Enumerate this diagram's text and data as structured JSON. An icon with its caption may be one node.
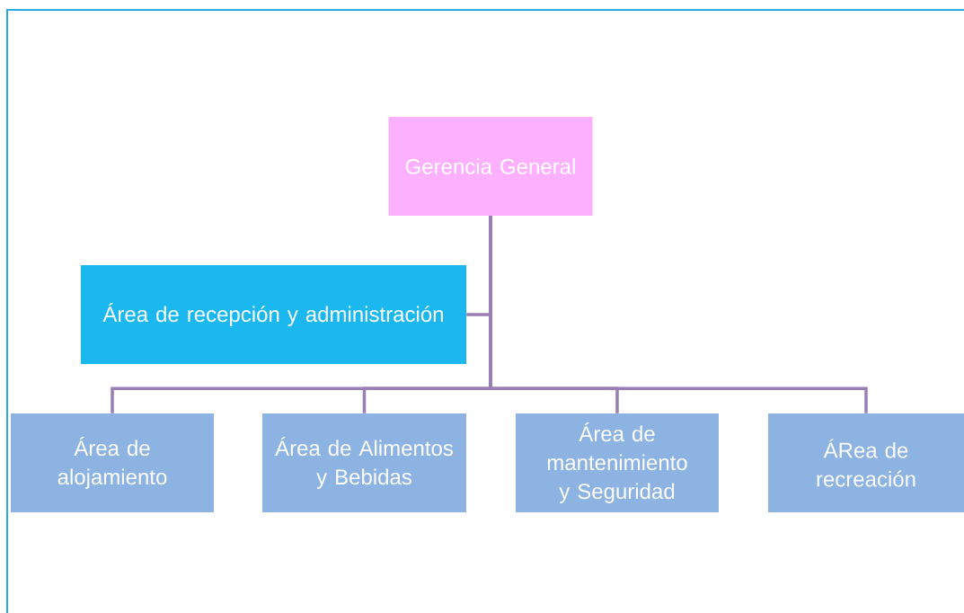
{
  "diagram": {
    "nodes": [
      {
        "text": [
          "Gerencia General"
        ]
      },
      {
        "text": [
          "Área de recepción y administración"
        ]
      },
      {
        "text": [
          "Área de alojamiento"
        ]
      },
      {
        "text": [
          "Área de Alimentos y Bebidas"
        ]
      },
      {
        "text": [
          "Área de mantenimiento y Seguridad"
        ]
      },
      {
        "text": [
          "ÁRea de recreación"
        ]
      }
    ],
    "edges": [
      {
        "from": 0,
        "to": 1,
        "arrow": "none"
      },
      {
        "from": 0,
        "to": 2,
        "arrow": "none"
      },
      {
        "from": 0,
        "to": 3,
        "arrow": "none"
      },
      {
        "from": 0,
        "to": 4,
        "arrow": "none"
      },
      {
        "from": 0,
        "to": 5,
        "arrow": "none"
      }
    ]
  }
}
